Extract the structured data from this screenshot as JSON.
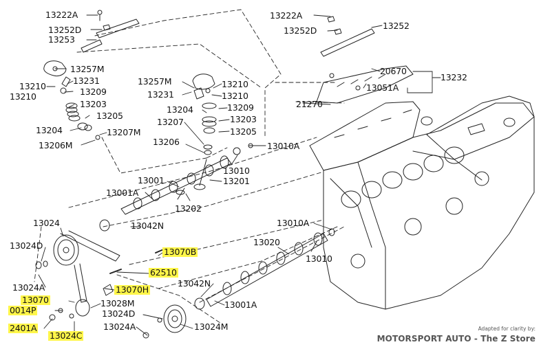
{
  "labels": [
    {
      "id": "a1",
      "text": "13222A"
    },
    {
      "id": "a2",
      "text": "13252D"
    },
    {
      "id": "a3",
      "text": "13253"
    },
    {
      "id": "a4",
      "text": "13257M"
    },
    {
      "id": "a5",
      "text": "13210"
    },
    {
      "id": "a6",
      "text": "13231"
    },
    {
      "id": "a7",
      "text": "13210"
    },
    {
      "id": "a8",
      "text": "13209"
    },
    {
      "id": "a9",
      "text": "13203"
    },
    {
      "id": "a10",
      "text": "13205"
    },
    {
      "id": "a11",
      "text": "13204"
    },
    {
      "id": "a12",
      "text": "13207M"
    },
    {
      "id": "a13",
      "text": "13206M"
    },
    {
      "id": "b1",
      "text": "13222A"
    },
    {
      "id": "b2",
      "text": "13252D"
    },
    {
      "id": "b3",
      "text": "13252"
    },
    {
      "id": "b4",
      "text": "20670"
    },
    {
      "id": "b5",
      "text": "13232"
    },
    {
      "id": "b6",
      "text": "13051A"
    },
    {
      "id": "b7",
      "text": "21270"
    },
    {
      "id": "c1",
      "text": "13257M"
    },
    {
      "id": "c2",
      "text": "13210"
    },
    {
      "id": "c3",
      "text": "13231"
    },
    {
      "id": "c4",
      "text": "13210"
    },
    {
      "id": "c5",
      "text": "13204"
    },
    {
      "id": "c6",
      "text": "13209"
    },
    {
      "id": "c7",
      "text": "13203"
    },
    {
      "id": "c8",
      "text": "13207"
    },
    {
      "id": "c9",
      "text": "13205"
    },
    {
      "id": "c10",
      "text": "13206"
    },
    {
      "id": "c11",
      "text": "13010A"
    },
    {
      "id": "c12",
      "text": "13010"
    },
    {
      "id": "c13",
      "text": "13001"
    },
    {
      "id": "c14",
      "text": "13201"
    },
    {
      "id": "c15",
      "text": "13001A"
    },
    {
      "id": "c16",
      "text": "13202"
    },
    {
      "id": "d1",
      "text": "13024"
    },
    {
      "id": "d2",
      "text": "13042N"
    },
    {
      "id": "d3",
      "text": "13024D"
    },
    {
      "id": "d4",
      "text": "13070B"
    },
    {
      "id": "d5",
      "text": "62510"
    },
    {
      "id": "d6",
      "text": "13024A"
    },
    {
      "id": "d7",
      "text": "13070H"
    },
    {
      "id": "d8",
      "text": "13070"
    },
    {
      "id": "d9",
      "text": "13028M"
    },
    {
      "id": "d10",
      "text": "0014P"
    },
    {
      "id": "d11",
      "text": "2401A"
    },
    {
      "id": "d12",
      "text": "13024C"
    },
    {
      "id": "d13",
      "text": "13024D"
    },
    {
      "id": "d14",
      "text": "13024A"
    },
    {
      "id": "d15",
      "text": "13024M"
    },
    {
      "id": "e1",
      "text": "13010A"
    },
    {
      "id": "e2",
      "text": "13020"
    },
    {
      "id": "e3",
      "text": "13010"
    },
    {
      "id": "e4",
      "text": "13042N"
    },
    {
      "id": "e5",
      "text": "13001A"
    }
  ],
  "highlight_color": "#fff64a",
  "credit": {
    "small": "Adapted for clarity by:",
    "main": "MOTORSPORT AUTO - The Z Store"
  }
}
